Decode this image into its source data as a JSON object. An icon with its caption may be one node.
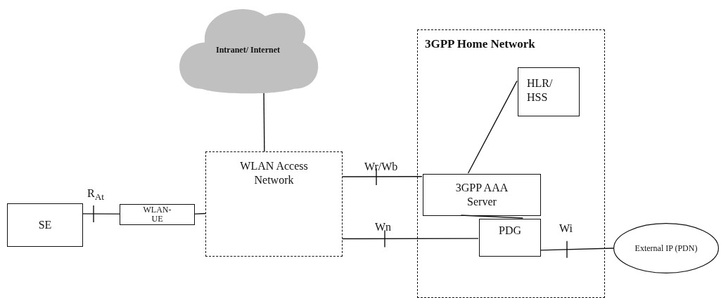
{
  "diagram": {
    "nodes": [
      {
        "text": [
          "Intranet/ Internet"
        ]
      },
      {
        "text": [
          "SE"
        ]
      },
      {
        "text": [
          "WLAN-UE"
        ]
      },
      {
        "text": [
          "WLAN Access Network"
        ]
      },
      {
        "text": [
          "3GPP Home Network"
        ]
      },
      {
        "text": [
          "HLR/ HSS"
        ],
        "in": 4
      },
      {
        "text": [
          "3GPP AAA Server"
        ],
        "in": 4
      },
      {
        "text": [
          "PDG"
        ],
        "in": 4
      },
      {
        "text": [
          "External IP (PDN)"
        ]
      }
    ],
    "edges": [
      {
        "from": 0,
        "to": 3,
        "arrow": "none"
      },
      {
        "from": 1,
        "to": 2,
        "arrow": "none",
        "label": "R$_{At}$"
      },
      {
        "from": 2,
        "to": 3,
        "arrow": "none"
      },
      {
        "from": 3,
        "to": 6,
        "arrow": "none",
        "label": "Wr/Wb"
      },
      {
        "from": 3,
        "to": 7,
        "arrow": "none",
        "label": "Wn"
      },
      {
        "from": 6,
        "to": 5,
        "arrow": "none"
      },
      {
        "from": 6,
        "to": 7,
        "arrow": "none"
      },
      {
        "from": 7,
        "to": 8,
        "arrow": "none",
        "label": "Wi"
      }
    ]
  }
}
